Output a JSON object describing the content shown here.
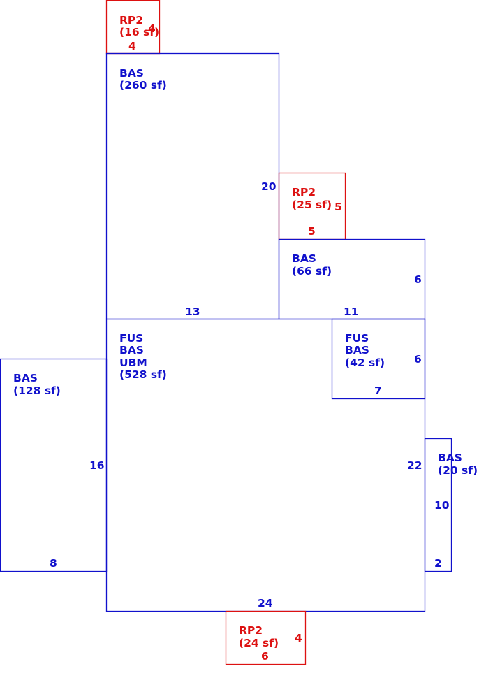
{
  "colors": {
    "bas": "#1111cc",
    "rp": "#dd1111",
    "background": "#ffffff"
  },
  "sections": [
    {
      "id": "rp2-top",
      "type": "RP2",
      "area": "(16 sf)",
      "dims": [
        "4",
        "4"
      ]
    },
    {
      "id": "bas-upper",
      "type": "BAS",
      "area": "(260 sf)",
      "dims": [
        "20",
        "13"
      ]
    },
    {
      "id": "rp2-mid",
      "type": "RP2",
      "area": "(25 sf)",
      "dims": [
        "5",
        "5"
      ]
    },
    {
      "id": "bas-step",
      "type": "BAS",
      "area": "(66 sf)",
      "dims": [
        "6",
        "11"
      ]
    },
    {
      "id": "main",
      "lines": [
        "FUS",
        "BAS",
        "UBM"
      ],
      "area": "(528 sf)",
      "dims": [
        "22",
        "24"
      ]
    },
    {
      "id": "fus-bas-small",
      "lines": [
        "FUS",
        "BAS"
      ],
      "area": "(42 sf)",
      "dims": [
        "6",
        "7"
      ]
    },
    {
      "id": "bas-left",
      "type": "BAS",
      "area": "(128 sf)",
      "dims": [
        "16",
        "8"
      ]
    },
    {
      "id": "bas-right",
      "type": "BAS",
      "area": "(20 sf)",
      "dims": [
        "10",
        "2"
      ]
    },
    {
      "id": "rp2-bottom",
      "type": "RP2",
      "area": "(24 sf)",
      "dims": [
        "4",
        "6"
      ]
    }
  ]
}
